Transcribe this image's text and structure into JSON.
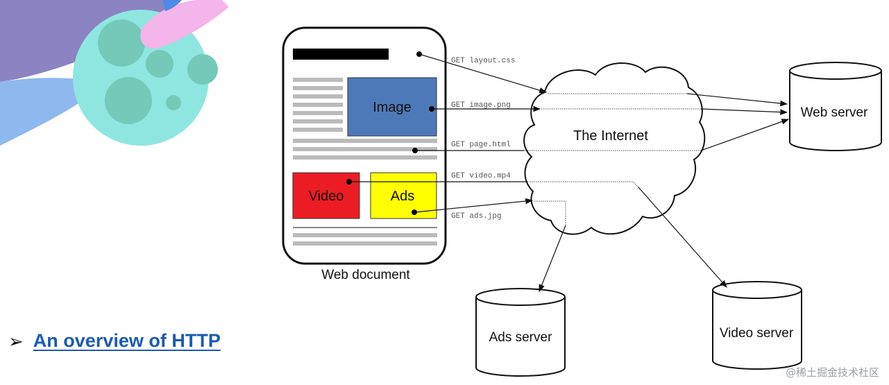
{
  "diagram": {
    "web_document": {
      "label": "Web document",
      "image_block": "Image",
      "video_block": "Video",
      "ads_block": "Ads"
    },
    "cloud_label": "The Internet",
    "servers": {
      "web": "Web server",
      "ads": "Ads server",
      "video": "Video server"
    },
    "requests": [
      "GET layout.css",
      "GET image.png",
      "GET page.html",
      "GET video.mp4",
      "GET ads.jpg"
    ],
    "colors": {
      "image_block": "#4e79b8",
      "video_block": "#ec1c24",
      "ads_block": "#ffff00"
    }
  },
  "link": {
    "bullet_icon": "arrow-bullet-icon",
    "text": "An overview of HTTP"
  },
  "watermark": "@稀土掘金技术社区"
}
